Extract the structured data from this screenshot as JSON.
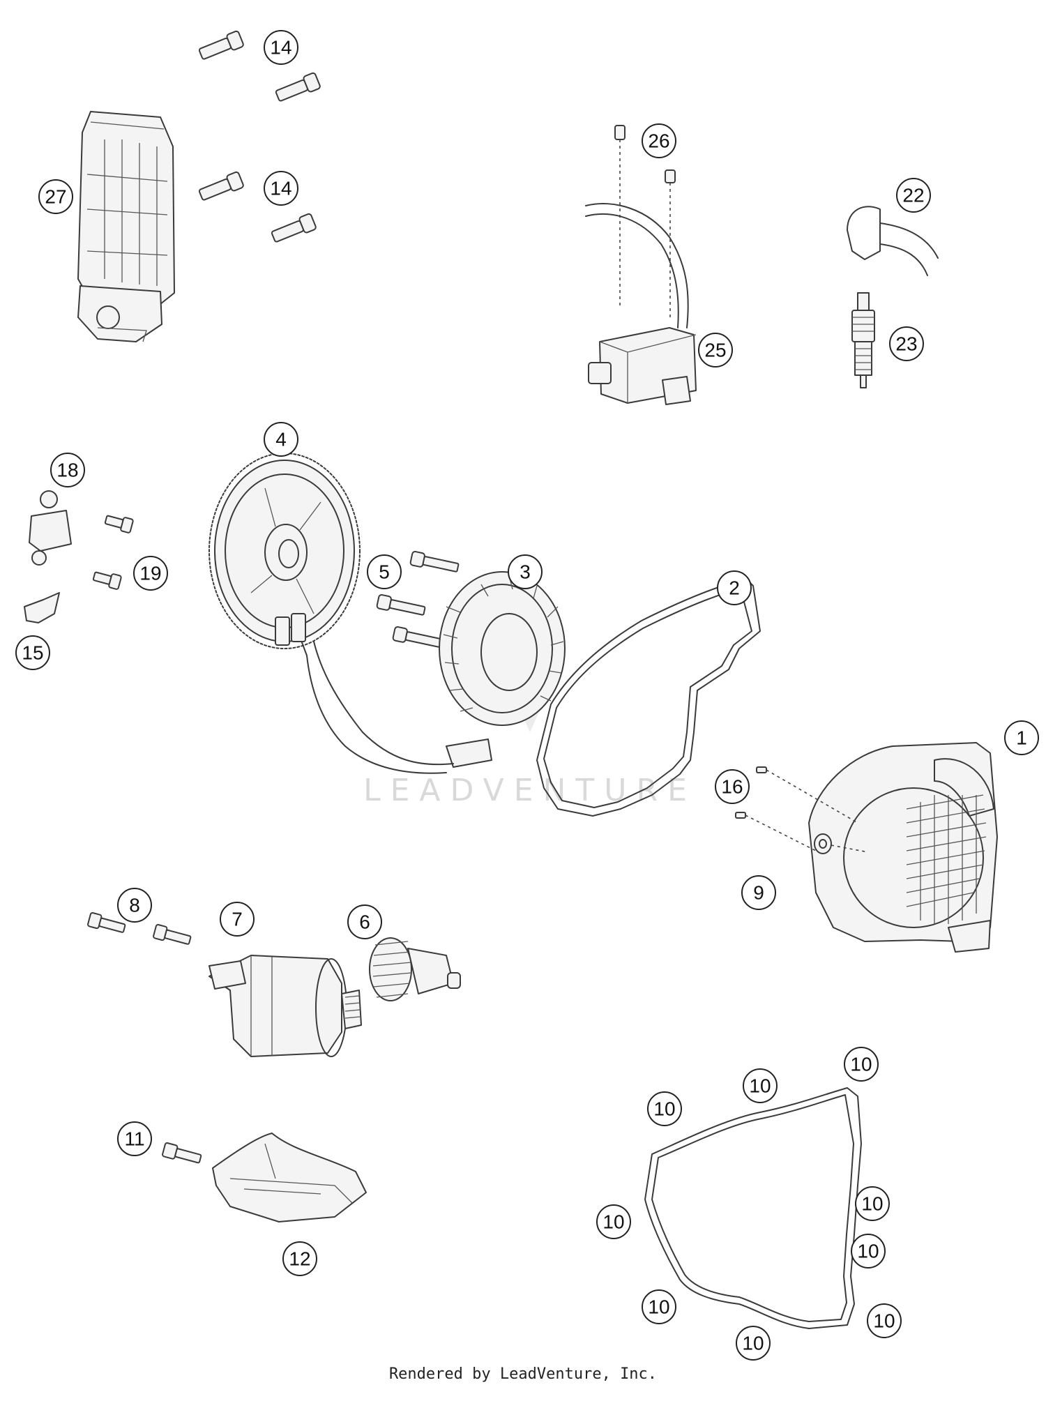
{
  "callouts": [
    {
      "id": "c14a",
      "label": "14"
    },
    {
      "id": "c14b",
      "label": "14"
    },
    {
      "id": "c27",
      "label": "27"
    },
    {
      "id": "c26",
      "label": "26"
    },
    {
      "id": "c22",
      "label": "22"
    },
    {
      "id": "c25",
      "label": "25"
    },
    {
      "id": "c23",
      "label": "23"
    },
    {
      "id": "c4",
      "label": "4"
    },
    {
      "id": "c18",
      "label": "18"
    },
    {
      "id": "c19",
      "label": "19"
    },
    {
      "id": "c15",
      "label": "15"
    },
    {
      "id": "c5",
      "label": "5"
    },
    {
      "id": "c3",
      "label": "3"
    },
    {
      "id": "c2",
      "label": "2"
    },
    {
      "id": "c1",
      "label": "1"
    },
    {
      "id": "c16",
      "label": "16"
    },
    {
      "id": "c9",
      "label": "9"
    },
    {
      "id": "c8",
      "label": "8"
    },
    {
      "id": "c7",
      "label": "7"
    },
    {
      "id": "c6",
      "label": "6"
    },
    {
      "id": "c11",
      "label": "11"
    },
    {
      "id": "c12",
      "label": "12"
    },
    {
      "id": "c10a",
      "label": "10"
    },
    {
      "id": "c10b",
      "label": "10"
    },
    {
      "id": "c10c",
      "label": "10"
    },
    {
      "id": "c10d",
      "label": "10"
    },
    {
      "id": "c10e",
      "label": "10"
    },
    {
      "id": "c10f",
      "label": "10"
    },
    {
      "id": "c10g",
      "label": "10"
    },
    {
      "id": "c10h",
      "label": "10"
    },
    {
      "id": "c10i",
      "label": "10"
    }
  ],
  "watermark": "LEADVENTURE",
  "footer": "Rendered by LeadVenture, Inc."
}
